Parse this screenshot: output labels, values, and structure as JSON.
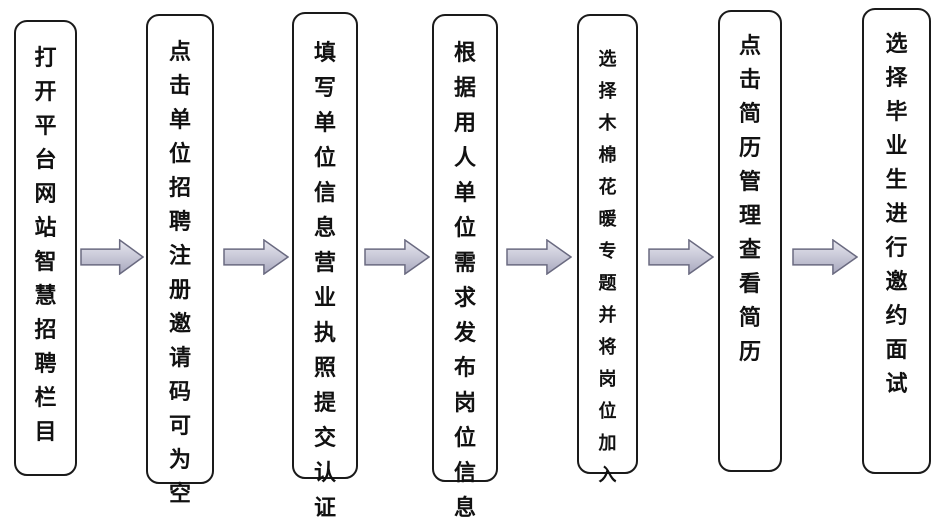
{
  "flowchart": {
    "steps": [
      {
        "id": "open-platform",
        "label": "打开平台网站智慧招聘栏目"
      },
      {
        "id": "register",
        "label": "点击单位招聘注册邀请码可为空"
      },
      {
        "id": "certify",
        "label": "填写单位信息营业执照提交认证"
      },
      {
        "id": "post-job",
        "label": "根据用人单位需求发布岗位信息"
      },
      {
        "id": "join-topic",
        "label": "选择木棉花暖专题并将岗位加入"
      },
      {
        "id": "review-resumes",
        "label": "点击简历管理查看简历"
      },
      {
        "id": "interview",
        "label": "选择毕业生进行邀约面试"
      }
    ]
  },
  "colors": {
    "arrow_fill_light": "#e8e8f0",
    "arrow_fill_dark": "#a8a8be",
    "arrow_stroke": "#6a6a80",
    "box_border": "#1a1a1a",
    "text": "#111111"
  }
}
